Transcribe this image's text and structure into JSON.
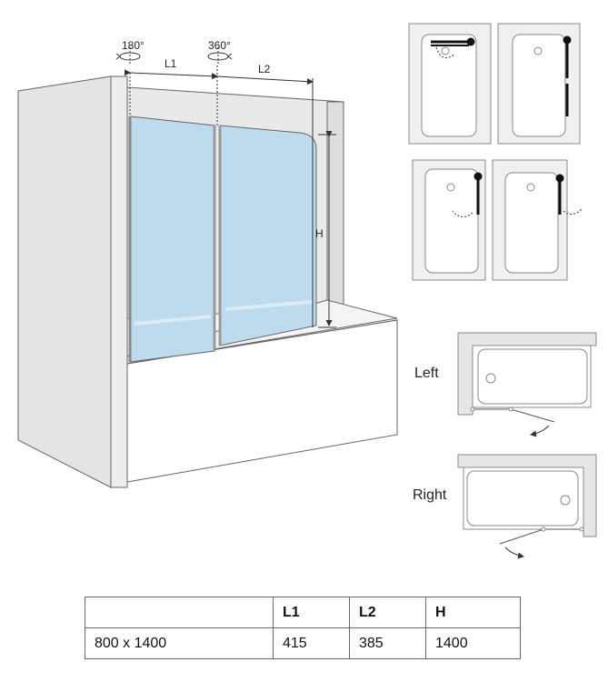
{
  "diagram": {
    "rotations": {
      "left": "180°",
      "right": "360°"
    },
    "dims": {
      "l1": "L1",
      "l2": "L2",
      "h": "H"
    }
  },
  "orientation": {
    "left": "Left",
    "right": "Right"
  },
  "table": {
    "headers": [
      "",
      "L1",
      "L2",
      "H"
    ],
    "rows": [
      [
        "800 x 1400",
        "415",
        "385",
        "1400"
      ]
    ]
  },
  "colors": {
    "glass": "#bedbed",
    "wall": "#e6e6e6",
    "line": "#555555"
  }
}
